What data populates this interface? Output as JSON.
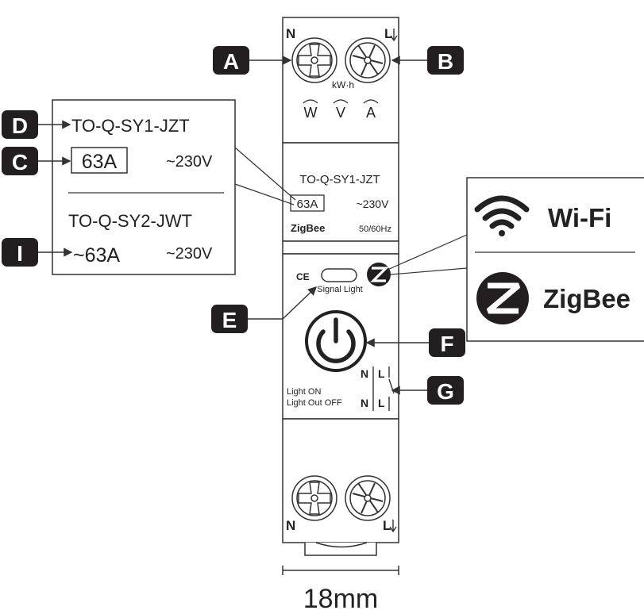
{
  "callouts": {
    "a": "A",
    "b": "B",
    "c": "C",
    "d": "D",
    "e": "E",
    "f": "F",
    "g": "G",
    "i": "I"
  },
  "device": {
    "top_terminal_n": "N",
    "top_terminal_l": "L",
    "kwh": "kW·h",
    "meter_w": "W",
    "meter_v": "V",
    "meter_a": "A",
    "model": "TO-Q-SY1-JZT",
    "current": "63A",
    "voltage": "~230V",
    "brand": "ZigBee",
    "frequency": "50/60Hz",
    "ce_mark": "CE",
    "signal_light": "Signal Light",
    "switch_n1": "N",
    "switch_l1": "L",
    "switch_n2": "N",
    "switch_l2": "L",
    "light_on": "Light ON",
    "light_out_off": "Light Out OFF",
    "bottom_terminal_n": "N",
    "bottom_terminal_l": "L",
    "width_label": "18mm"
  },
  "label_detail": {
    "model1": "TO-Q-SY1-JZT",
    "current1": "63A",
    "voltage1": "~230V",
    "model2": "TO-Q-SY2-JWT",
    "current2": "~63A",
    "voltage2": "~230V"
  },
  "protocol_box": {
    "wifi": "Wi-Fi",
    "zigbee": "ZigBee"
  },
  "colors": {
    "badge": "#231f20",
    "line": "#333333"
  }
}
